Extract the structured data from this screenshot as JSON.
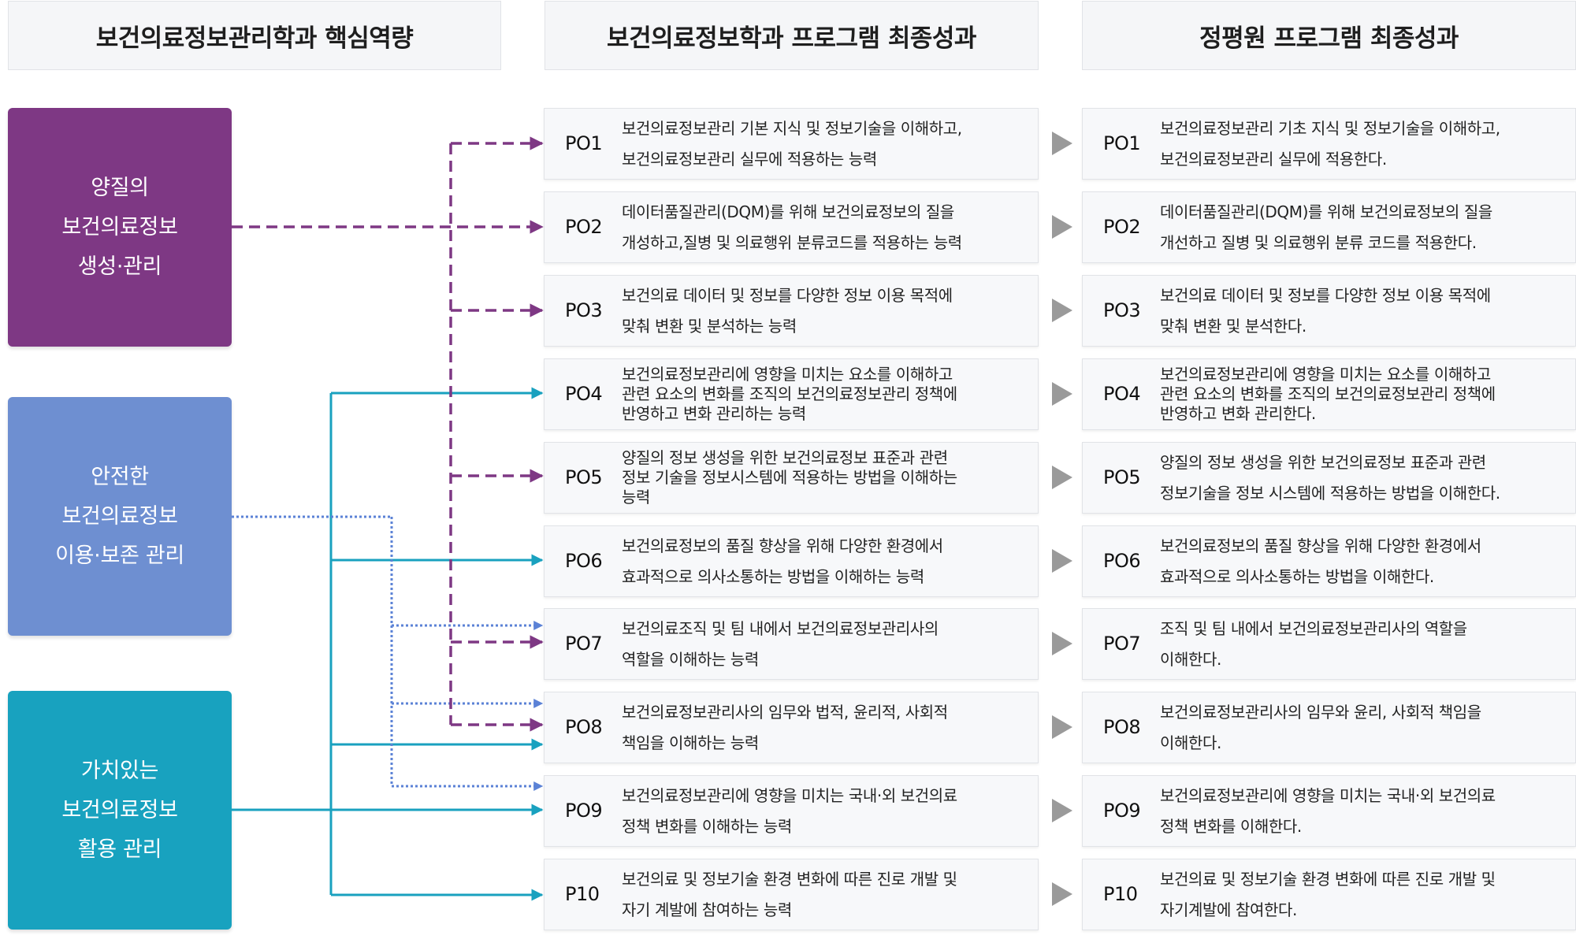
{
  "headers": {
    "left": "보건의료정보관리학과 핵심역량",
    "middle": "보건의료정보학과 프로그램 최종성과",
    "right": "정평원 프로그램 최종성과"
  },
  "competencies": [
    {
      "lines": [
        "양질의",
        "보건의료정보",
        "생성·관리"
      ],
      "color": "#7e3884"
    },
    {
      "lines": [
        "안전한",
        "보건의료정보",
        "이용·보존 관리"
      ],
      "color": "#6e8fd1"
    },
    {
      "lines": [
        "가치있는",
        "보건의료정보",
        "활용 관리"
      ],
      "color": "#18a2bf"
    }
  ],
  "connection_colors": {
    "purple": "#7e3884",
    "blue": "#5b82d6",
    "teal": "#19a1bf"
  },
  "arrow_icon": "play-triangle",
  "department_outcomes": [
    {
      "code": "PO1",
      "lines": [
        "보건의료정보관리 기본 지식 및 정보기술을 이해하고,",
        "보건의료정보관리 실무에 적용하는 능력"
      ]
    },
    {
      "code": "PO2",
      "lines": [
        "데이터품질관리(DQM)를 위해 보건의료정보의 질을",
        "개성하고,질병 및 의료행위 분류코드를 적용하는 능력"
      ]
    },
    {
      "code": "PO3",
      "lines": [
        "보건의료 데이터 및 정보를 다양한 정보 이용 목적에",
        "맞춰 변환 및 분석하는 능력"
      ]
    },
    {
      "code": "PO4",
      "lines": [
        "보건의료정보관리에 영향을 미치는 요소를 이해하고",
        "관련 요소의 변화를 조직의 보건의료정보관리 정책에",
        "반영하고 변화 관리하는 능력"
      ]
    },
    {
      "code": "PO5",
      "lines": [
        "양질의 정보 생성을 위한 보건의료정보 표준과 관련",
        "정보 기술을 정보시스템에 적용하는 방법을 이해하는",
        "능력"
      ]
    },
    {
      "code": "PO6",
      "lines": [
        "보건의료정보의 품질 향상을 위해 다양한 환경에서",
        "효과적으로 의사소통하는 방법을 이해하는 능력"
      ]
    },
    {
      "code": "PO7",
      "lines": [
        "보건의료조직 및 팀 내에서 보건의료정보관리사의",
        "역할을 이해하는 능력"
      ]
    },
    {
      "code": "PO8",
      "lines": [
        "보건의료정보관리사의 임무와 법적, 윤리적, 사회적",
        "책임을 이해하는 능력"
      ]
    },
    {
      "code": "PO9",
      "lines": [
        "보건의료정보관리에 영향을 미치는 국내·외 보건의료",
        "정책 변화를 이해하는 능력"
      ]
    },
    {
      "code": "P10",
      "lines": [
        "보건의료 및 정보기술 환경 변화에 따른 진로 개발 및",
        "자기 계발에 참여하는 능력"
      ]
    }
  ],
  "accreditation_outcomes": [
    {
      "code": "PO1",
      "lines": [
        "보건의료정보관리 기초 지식 및 정보기술을 이해하고,",
        "보건의료정보관리 실무에 적용한다."
      ]
    },
    {
      "code": "PO2",
      "lines": [
        "데이터품질관리(DQM)를 위해 보건의료정보의 질을",
        "개선하고 질병 및 의료행위 분류 코드를 적용한다."
      ]
    },
    {
      "code": "PO3",
      "lines": [
        "보건의료 데이터 및 정보를 다양한 정보 이용 목적에",
        "맞춰 변환 및 분석한다."
      ]
    },
    {
      "code": "PO4",
      "lines": [
        "보건의료정보관리에 영향을 미치는 요소를 이해하고",
        "관련 요소의 변화를 조직의 보건의료정보관리 정책에",
        "반영하고 변화 관리한다."
      ]
    },
    {
      "code": "PO5",
      "lines": [
        "양질의 정보 생성을 위한 보건의료정보 표준과 관련",
        "정보기술을 정보 시스템에 적용하는 방법을 이해한다."
      ]
    },
    {
      "code": "PO6",
      "lines": [
        "보건의료정보의 품질 향상을 위해 다양한 환경에서",
        "효과적으로 의사소통하는 방법을 이해한다."
      ]
    },
    {
      "code": "PO7",
      "lines": [
        "조직 및 팀 내에서 보건의료정보관리사의 역할을",
        "이해한다."
      ]
    },
    {
      "code": "PO8",
      "lines": [
        "보건의료정보관리사의 임무와 윤리, 사회적 책임을",
        "이해한다."
      ]
    },
    {
      "code": "PO9",
      "lines": [
        "보건의료정보관리에 영향을 미치는 국내·외 보건의료",
        "정책 변화를 이해한다."
      ]
    },
    {
      "code": "P10",
      "lines": [
        "보건의료 및 정보기술 환경 변화에 따른 진로 개발 및",
        "자기계발에 참여한다."
      ]
    }
  ]
}
